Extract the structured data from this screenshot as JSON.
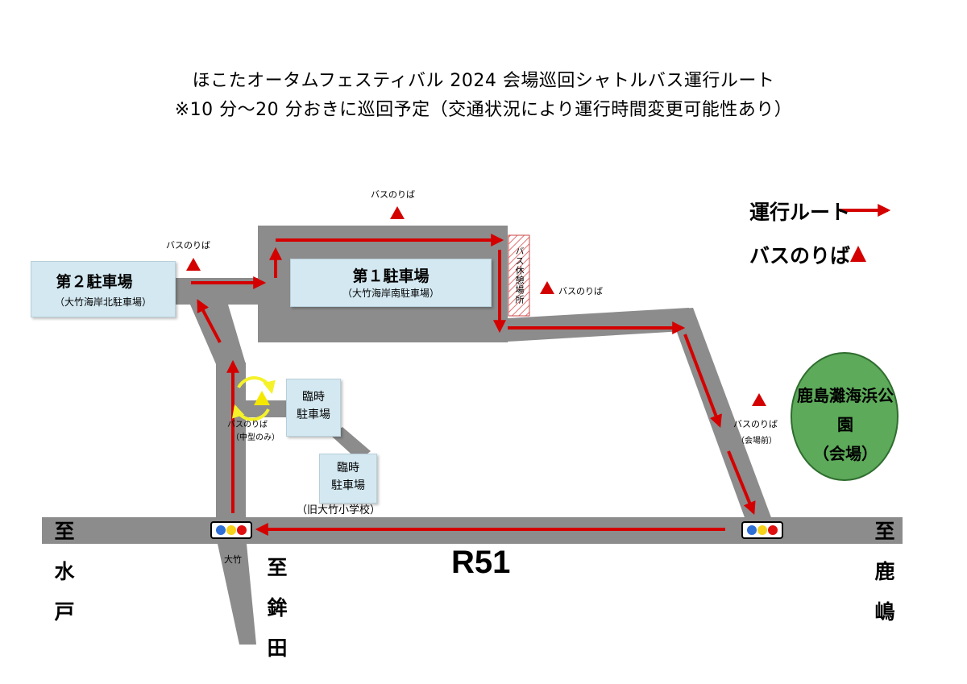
{
  "title_line1": "ほこたオータムフェスティバル 2024 会場巡回シャトルバス運行ルート",
  "title_line2": "※10 分～20 分おきに巡回予定（交通状況により運行時間変更可能性あり）",
  "legend": {
    "route_label": "運行ルート",
    "stop_label": "バスのりば"
  },
  "parking": {
    "p1_name": "第１駐車場",
    "p1_sub": "（大竹海岸南駐車場）",
    "p2_name": "第２駐車場",
    "p2_sub": "（大竹海岸北駐車場）",
    "temp1_line1": "臨時",
    "temp1_line2": "駐車場",
    "temp2_line1": "臨時",
    "temp2_line2": "駐車場",
    "temp2_sub": "（旧大竹小学校）"
  },
  "bus_stops": {
    "top": "バスのりば",
    "p2": "バスのりば",
    "p1_right": "バスのりば",
    "venue": "バスのりば",
    "venue_sub": "（会場前）",
    "mid": "バスのりば",
    "mid_sub": "（中型のみ）"
  },
  "rest_area": "バス休憩場所",
  "venue_park_line1": "鹿島灘海浜公園",
  "venue_park_line2": "（会場）",
  "road_name": "R51",
  "intersection_label": "大竹",
  "destinations": {
    "west": [
      "至",
      "水",
      "戸"
    ],
    "east": [
      "至",
      "鹿",
      "嶋"
    ],
    "south": [
      "至",
      "鉾",
      "田"
    ]
  },
  "colors": {
    "route": "#d40000",
    "road": "#8c8c8c",
    "lot": "#d3e8f1",
    "park": "#5daa5a",
    "stop_marker": "#d40000",
    "loop": "#f5f22a"
  }
}
